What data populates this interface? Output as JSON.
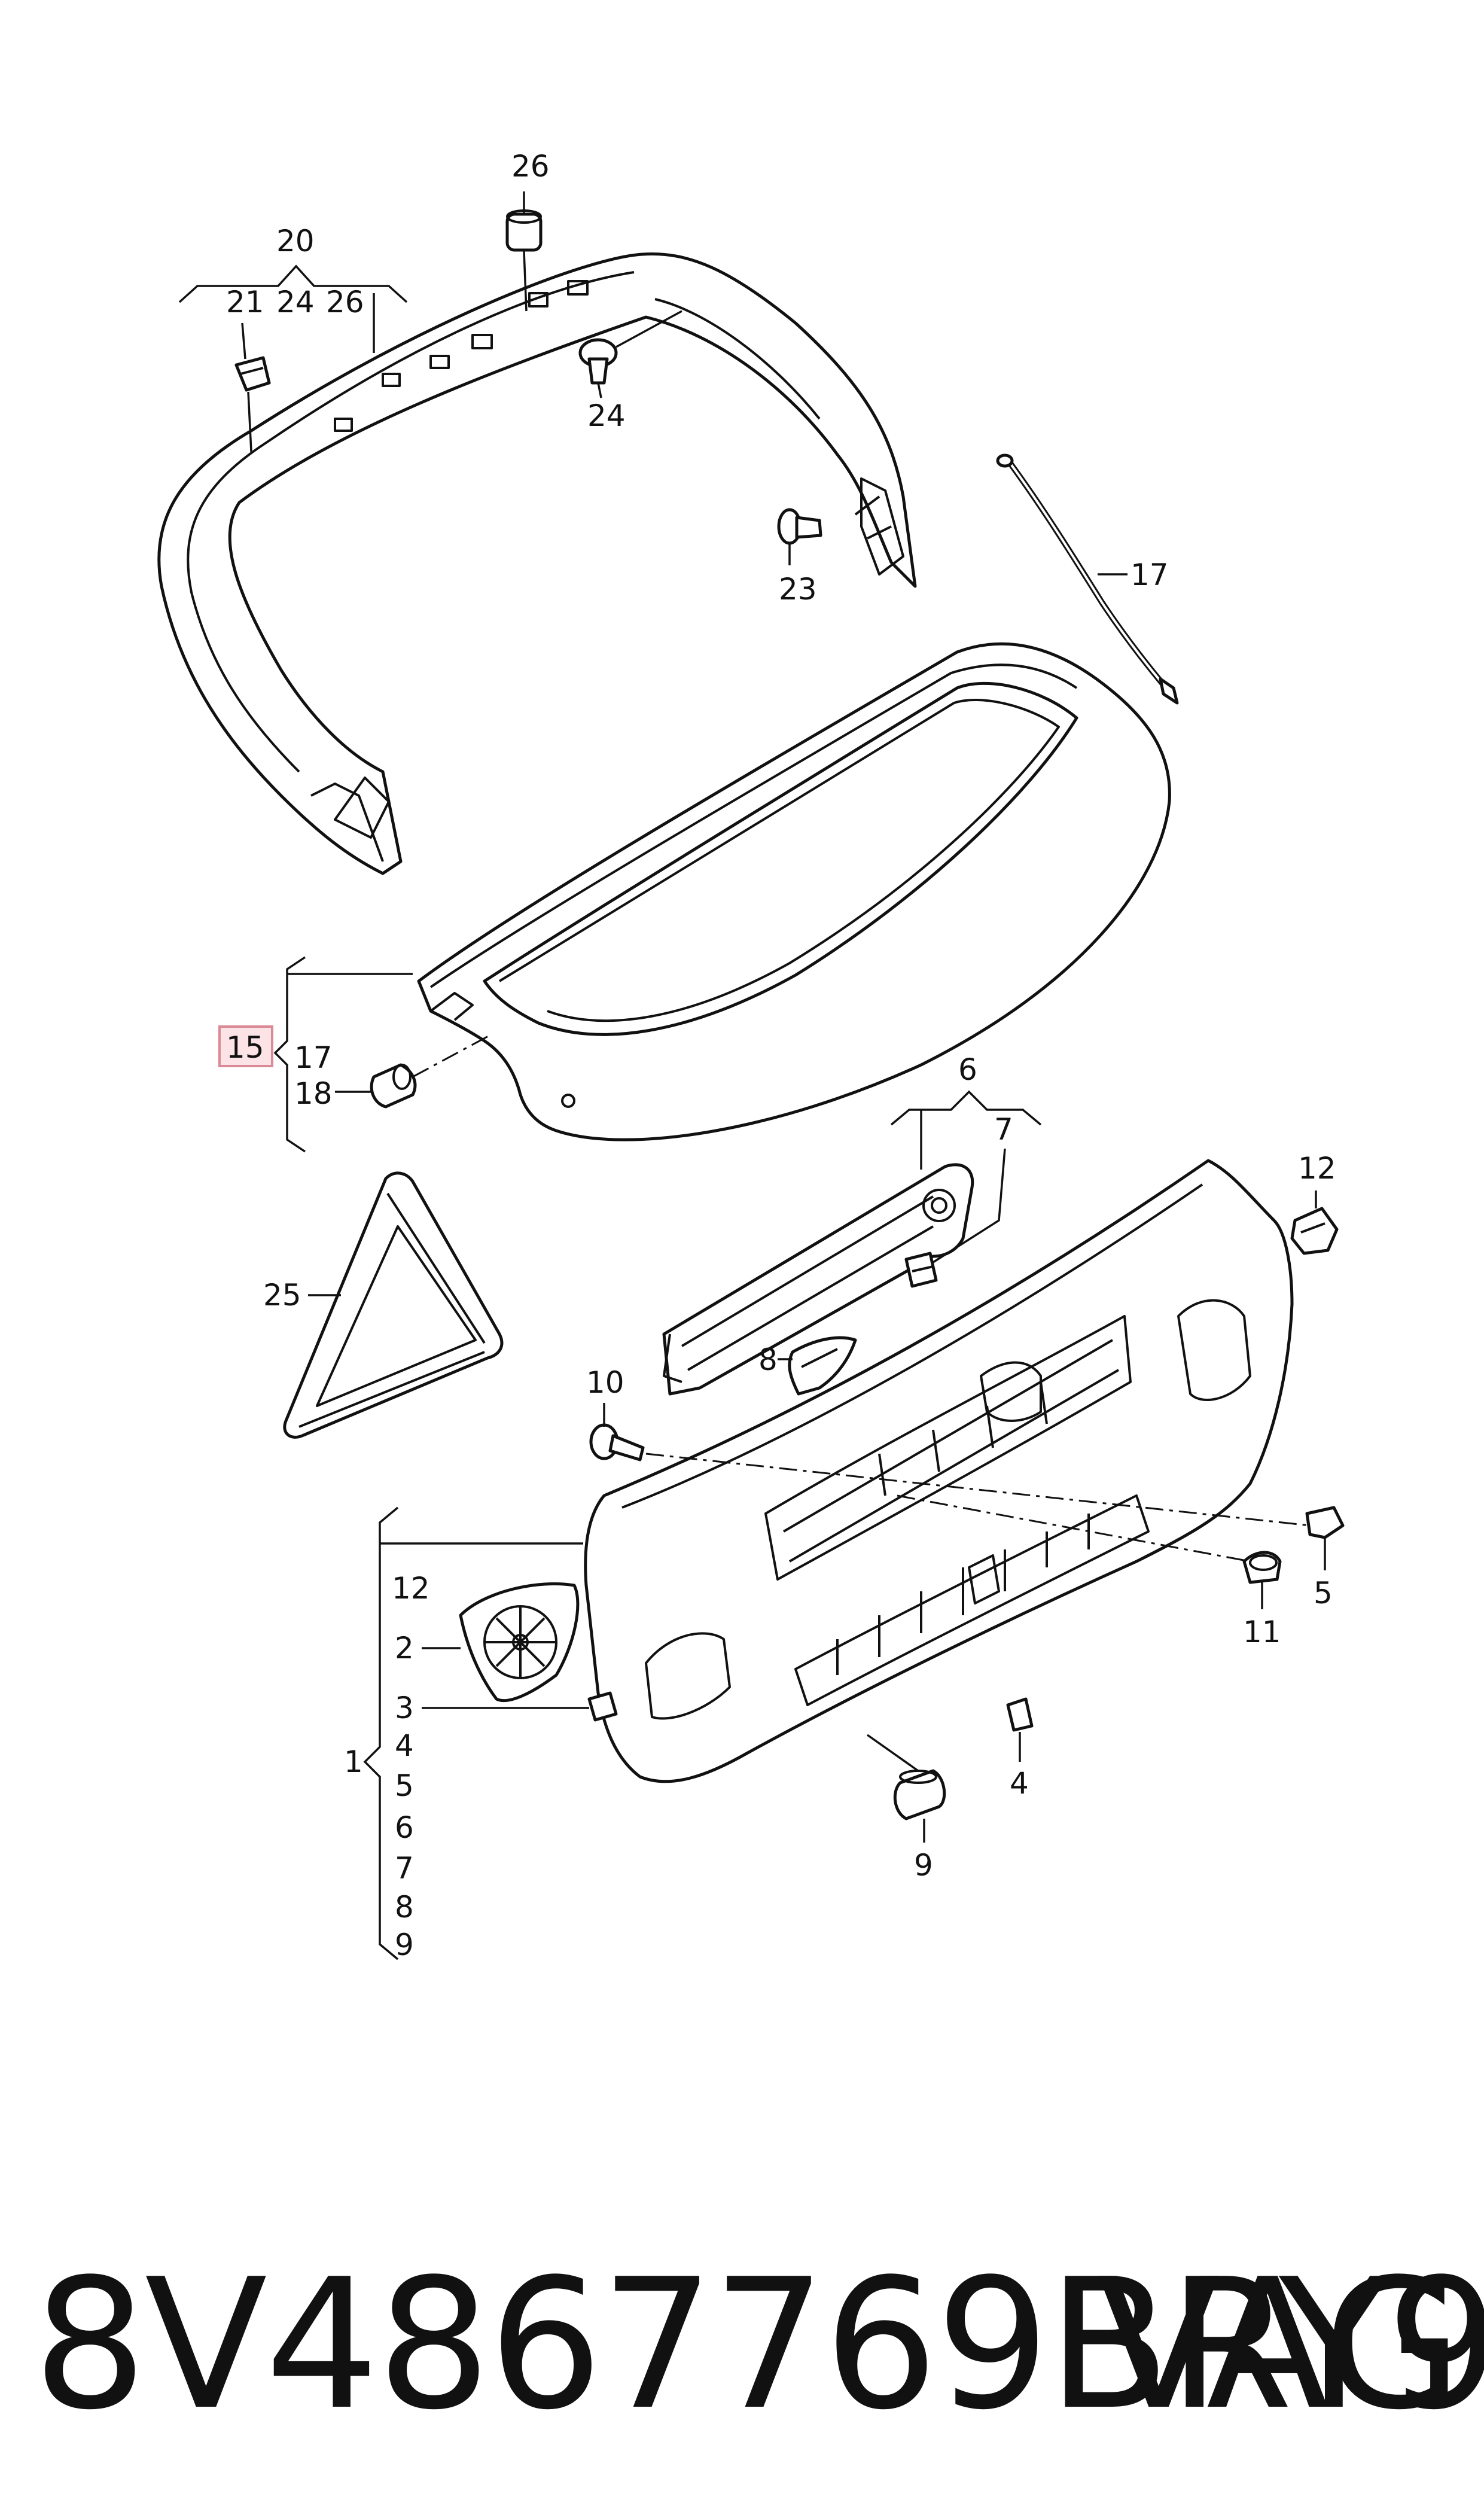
{
  "callouts": {
    "c26_top": "26",
    "c20": "20",
    "c21": "21",
    "c24_sub": "24",
    "c26_sub": "26",
    "c24": "24",
    "c23": "23",
    "c17_wire": "17",
    "c15": "15",
    "c17_sub": "17",
    "c18": "18",
    "c6": "6",
    "c7": "7",
    "c12_right": "12",
    "c25": "25",
    "c8": "8",
    "c10": "10",
    "c5": "5",
    "c11": "11",
    "c4": "4",
    "c9": "9",
    "c12_list": "12",
    "c2": "2",
    "c3": "3",
    "c1": "1",
    "c4_list": "4",
    "c5_list": "5",
    "c6_list": "6",
    "c7_list": "7",
    "c8_list": "8",
    "c9_list": "9"
  },
  "highlight": {
    "fill": "#fbe3e6",
    "stroke": "#d98a95"
  },
  "footer": {
    "part_number": "8V4867769BRY9",
    "brand": "VAG"
  }
}
